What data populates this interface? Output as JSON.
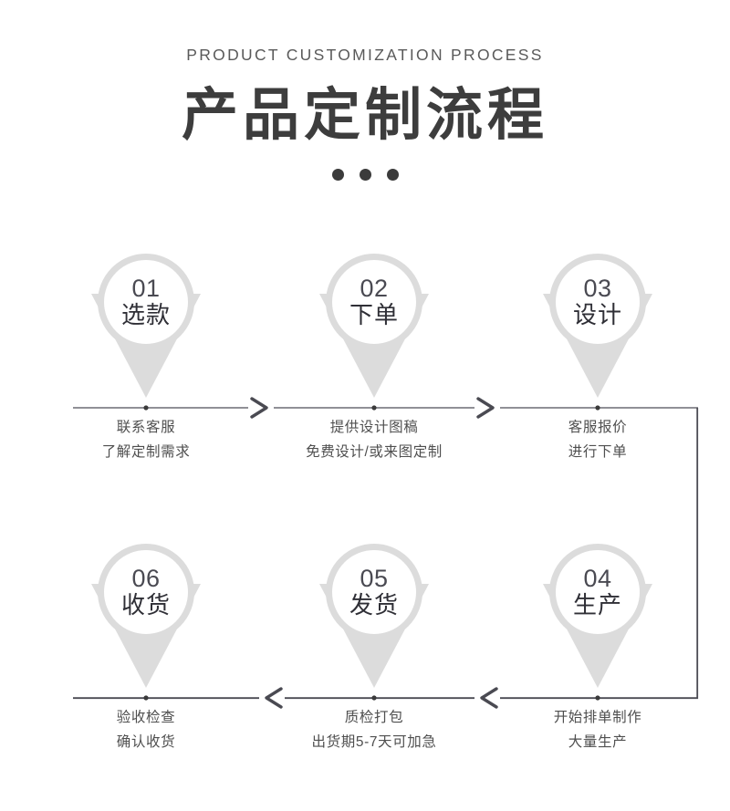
{
  "header": {
    "subtitle": "PRODUCT CUSTOMIZATION PROCESS",
    "title": "产品定制流程",
    "dots_count": 3
  },
  "colors": {
    "background": "#ffffff",
    "title_text": "#3d3d3d",
    "subtitle_text": "#5a5a5a",
    "pin_shape": "#dcdcdc",
    "pin_number_text": "#4a4a52",
    "pin_label_text": "#2f2f36",
    "description_text": "#4f4f4f",
    "line": "#4a4a52",
    "dot": "#3b3b3b"
  },
  "steps": [
    {
      "number": "01",
      "label": "选款",
      "desc_line1": "联系客服",
      "desc_line2": "了解定制需求",
      "row": 1,
      "column": 1
    },
    {
      "number": "02",
      "label": "下单",
      "desc_line1": "提供设计图稿",
      "desc_line2": "免费设计/或来图定制",
      "row": 1,
      "column": 2
    },
    {
      "number": "03",
      "label": "设计",
      "desc_line1": "客服报价",
      "desc_line2": "进行下单",
      "row": 1,
      "column": 3
    },
    {
      "number": "04",
      "label": "生产",
      "desc_line1": "开始排单制作",
      "desc_line2": "大量生产",
      "row": 2,
      "column": 3
    },
    {
      "number": "05",
      "label": "发货",
      "desc_line1": "质检打包",
      "desc_line2": "出货期5-7天可加急",
      "row": 2,
      "column": 2
    },
    {
      "number": "06",
      "label": "收货",
      "desc_line1": "验收检查",
      "desc_line2": "确认收货",
      "row": 2,
      "column": 1
    }
  ],
  "flow": {
    "top_row_direction": "left-to-right",
    "bottom_row_direction": "right-to-left",
    "top_arrows": 2,
    "bottom_arrows": 2,
    "arrow_right_glyph": ">",
    "arrow_left_glyph": "<"
  }
}
